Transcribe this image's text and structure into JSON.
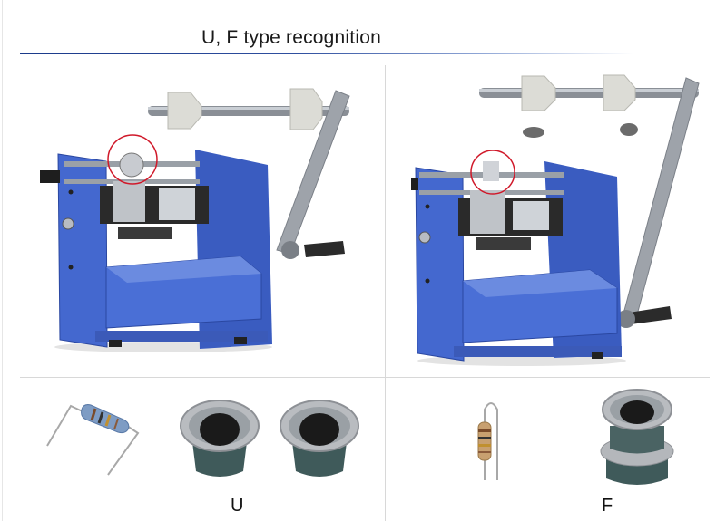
{
  "title": "U, F type recognition",
  "labels": {
    "u": "U",
    "f": "F"
  },
  "colors": {
    "machine_blue": "#3d63c9",
    "machine_blue_dark": "#2a47a1",
    "highlight_circle": "#d0192a",
    "title_rule": "#1b3a8a"
  }
}
